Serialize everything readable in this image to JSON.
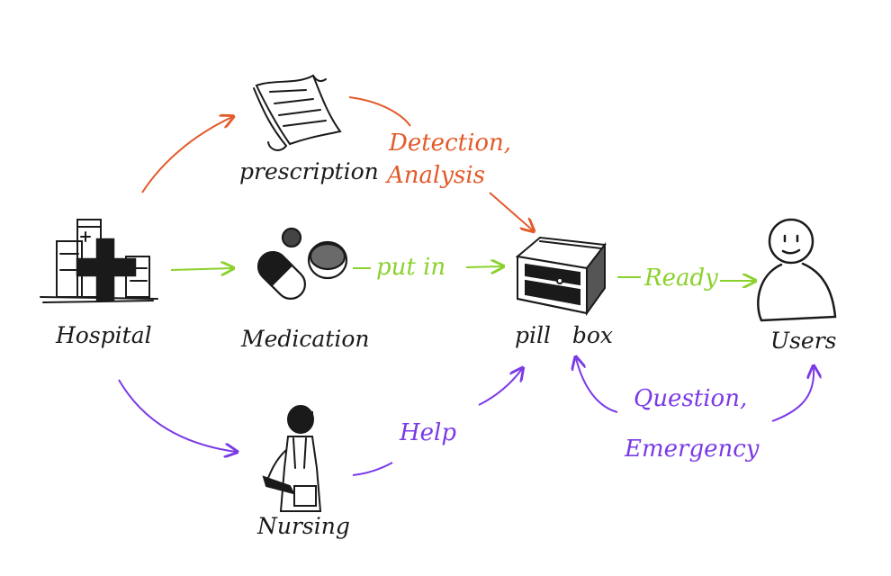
{
  "nodes": {
    "hospital": "Hospital",
    "prescription": "prescription",
    "medication": "Medication",
    "nursing": "Nursing",
    "pillbox": "pill   box",
    "users": "Users"
  },
  "edges": {
    "detection": "Detection,",
    "analysis": "Analysis",
    "put_in": "put in",
    "ready": "Ready",
    "help": "Help",
    "question": "Question,",
    "emergency": "Emergency"
  },
  "colors": {
    "orange": "#e35a2a",
    "green": "#8bd12c",
    "purple": "#7a3ae6",
    "ink": "#1a1a1a"
  }
}
